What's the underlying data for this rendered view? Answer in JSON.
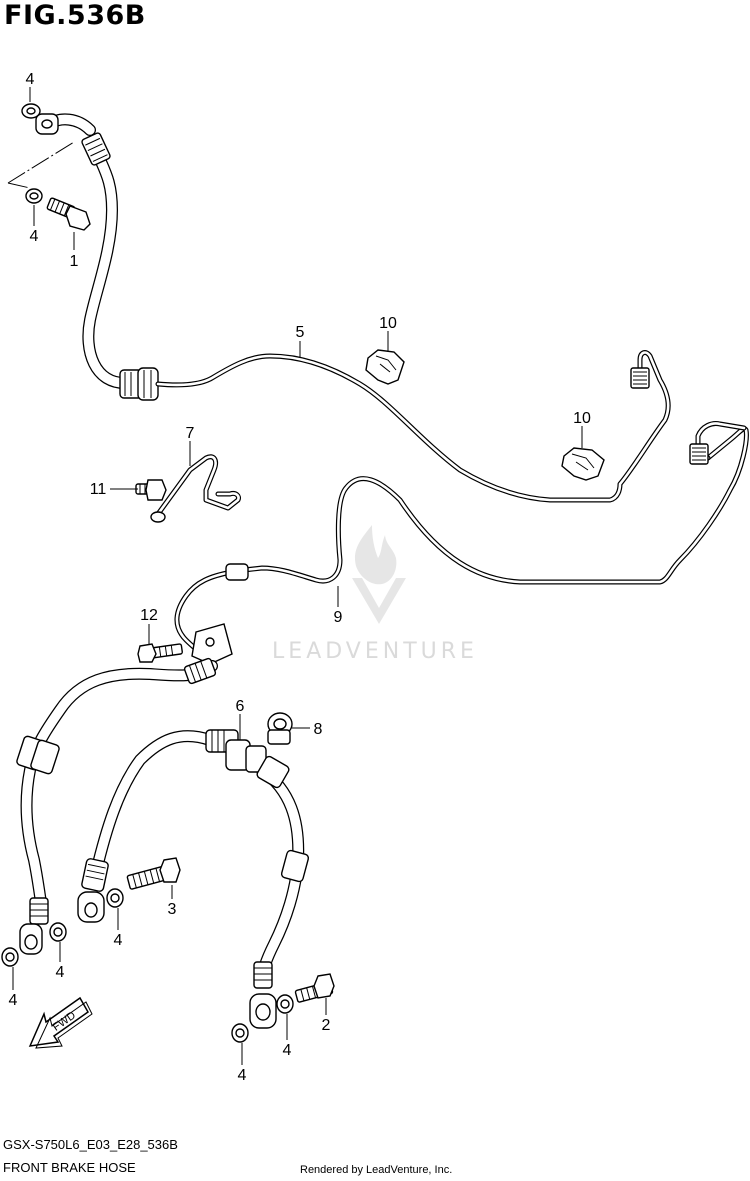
{
  "figure": {
    "title": "FIG.536B"
  },
  "watermark": {
    "brand": "LEADVENTURE",
    "color": "#d9d9d9"
  },
  "callouts": [
    {
      "id": "c1",
      "label": "4"
    },
    {
      "id": "c2",
      "label": "4"
    },
    {
      "id": "c3",
      "label": "1"
    },
    {
      "id": "c4",
      "label": "5"
    },
    {
      "id": "c5",
      "label": "10"
    },
    {
      "id": "c6",
      "label": "10"
    },
    {
      "id": "c7",
      "label": "7"
    },
    {
      "id": "c8",
      "label": "11"
    },
    {
      "id": "c9",
      "label": "9"
    },
    {
      "id": "c10",
      "label": "12"
    },
    {
      "id": "c11",
      "label": "6"
    },
    {
      "id": "c12",
      "label": "8"
    },
    {
      "id": "c13",
      "label": "3"
    },
    {
      "id": "c14",
      "label": "4"
    },
    {
      "id": "c15",
      "label": "4"
    },
    {
      "id": "c16",
      "label": "4"
    },
    {
      "id": "c17",
      "label": "2"
    },
    {
      "id": "c18",
      "label": "4"
    },
    {
      "id": "c19",
      "label": "4"
    }
  ],
  "fwd_arrow": {
    "label": "FWD"
  },
  "footer": {
    "code": "GSX-S750L6_E03_E28_536B",
    "name": "FRONT BRAKE HOSE",
    "rendered_by": "Rendered by LeadVenture, Inc."
  }
}
